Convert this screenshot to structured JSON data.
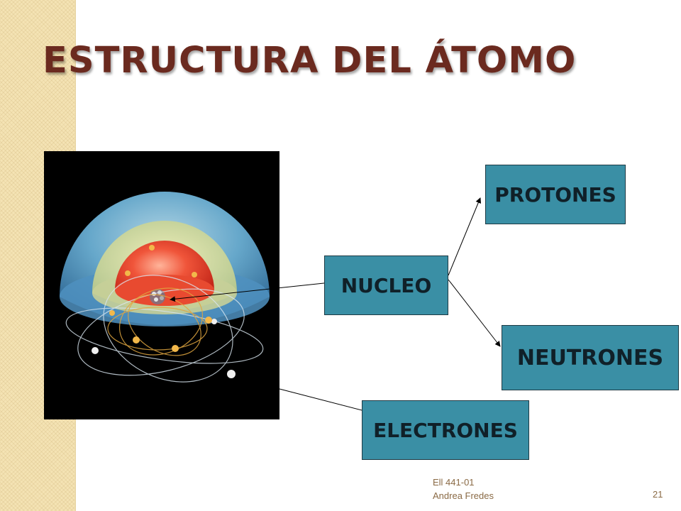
{
  "slide": {
    "title": "ESTRUCTURA DEL ÁTOMO",
    "footer_course": "Ell 441-01",
    "footer_author": "Andrea Fredes",
    "page_number": "21"
  },
  "diagram": {
    "nodes": {
      "protones": "PROTONES",
      "nucleo": "NUCLEO",
      "neutrones": "NEUTRONES",
      "electrones": "ELECTRONES"
    }
  },
  "colors": {
    "title": "#6b2a1f",
    "box_fill": "#3a8fa5",
    "side_band": "#f4e3b4"
  }
}
